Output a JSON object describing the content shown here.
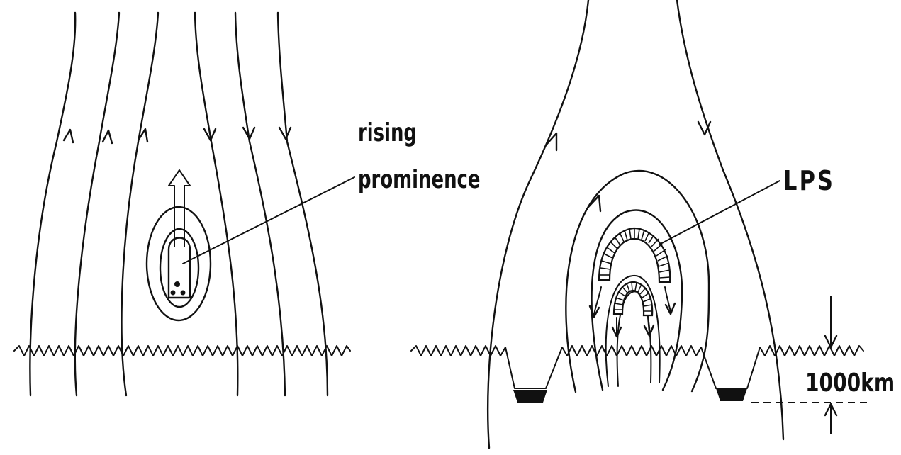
{
  "labels": {
    "rising_prominence_line1": "rising",
    "rising_prominence_line2": "prominence",
    "lps": "LPS",
    "scale_bar": "1000km"
  }
}
